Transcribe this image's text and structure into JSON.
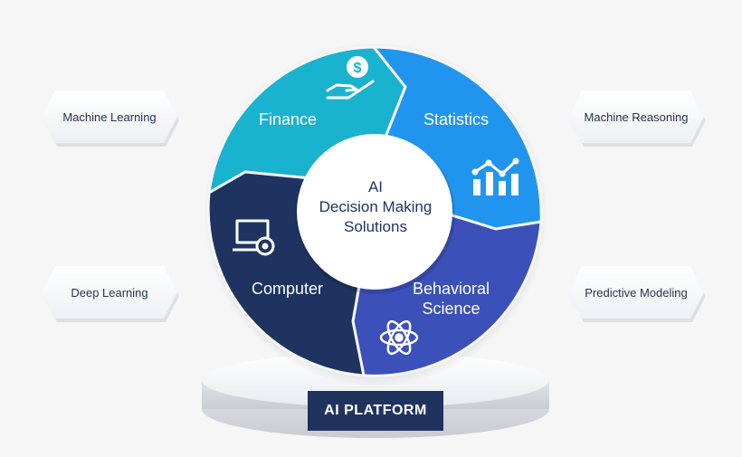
{
  "center": {
    "line1": "AI",
    "line2": "Decision Making",
    "line3": "Solutions"
  },
  "segments": {
    "finance": {
      "label": "Finance",
      "color": "#19b3cf",
      "icon": "money-hand-icon"
    },
    "statistics": {
      "label": "Statistics",
      "color": "#2195ee",
      "icon": "bar-chart-icon"
    },
    "behavioral": {
      "label_line1": "Behavioral",
      "label_line2": "Science",
      "color": "#3c50b9",
      "icon": "atom-icon"
    },
    "computer": {
      "label": "Computer",
      "color": "#1e3360",
      "icon": "computer-gear-icon"
    }
  },
  "side_items": {
    "left_top": "Machine Learning",
    "left_bottom": "Deep Learning",
    "right_top": "Machine Reasoning",
    "right_bottom": "Predictive Modeling"
  },
  "platform": {
    "label": "AI PLATFORM",
    "color": "#20335f"
  }
}
